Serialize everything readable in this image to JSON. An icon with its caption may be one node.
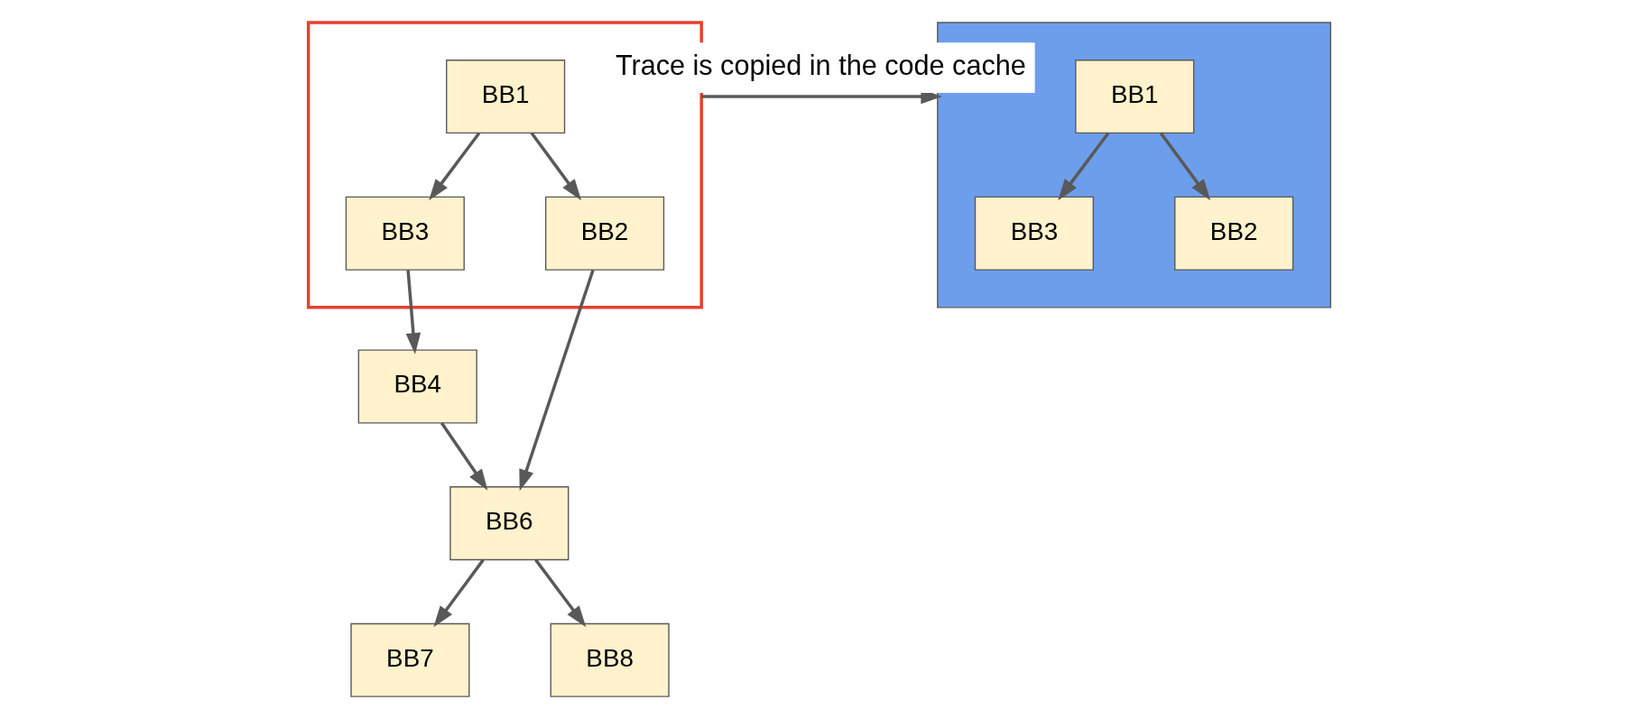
{
  "diagram": {
    "nodes": [
      {
        "text": [],
        "shape": "box"
      },
      {
        "text": [
          "BB1"
        ],
        "in": 0
      },
      {
        "text": [
          "BB3"
        ],
        "in": 0
      },
      {
        "text": [
          "BB2"
        ],
        "in": 0
      },
      {
        "text": [
          "BB4"
        ]
      },
      {
        "text": [
          "BB6"
        ]
      },
      {
        "text": [
          "BB7"
        ]
      },
      {
        "text": [
          "BB8"
        ]
      },
      {
        "text": [],
        "shape": "box"
      },
      {
        "text": [
          "BB1"
        ],
        "in": 8
      },
      {
        "text": [
          "BB3"
        ],
        "in": 8
      },
      {
        "text": [
          "BB2"
        ],
        "in": 8
      }
    ],
    "edges": [
      {
        "from": 1,
        "to": 2,
        "arrow": "to"
      },
      {
        "from": 1,
        "to": 3,
        "arrow": "to"
      },
      {
        "from": 2,
        "to": 4,
        "arrow": "to"
      },
      {
        "from": 3,
        "to": 5,
        "arrow": "to"
      },
      {
        "from": 4,
        "to": 5,
        "arrow": "to"
      },
      {
        "from": 5,
        "to": 6,
        "arrow": "to"
      },
      {
        "from": 5,
        "to": 7,
        "arrow": "to"
      },
      {
        "from": 0,
        "to": 8,
        "arrow": "to",
        "label": "Trace is copied in the code cache"
      },
      {
        "from": 9,
        "to": 10,
        "arrow": "to"
      },
      {
        "from": 9,
        "to": 11,
        "arrow": "to"
      }
    ]
  }
}
